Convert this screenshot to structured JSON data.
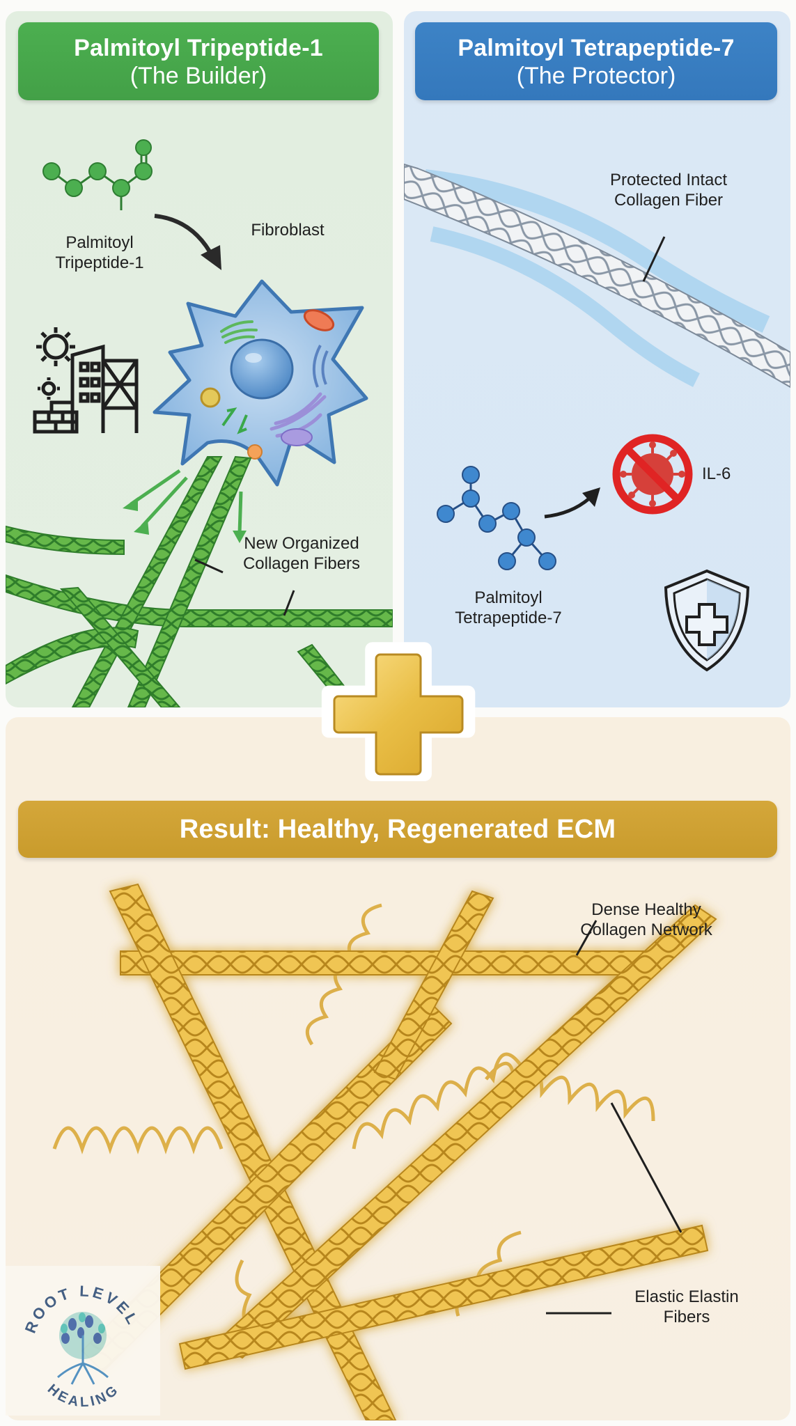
{
  "left_panel": {
    "title": "Palmitoyl Tripeptide-1",
    "subtitle": "(The Builder)",
    "molecule_label_line1": "Palmitoyl",
    "molecule_label_line2": "Tripeptide-1",
    "cell_label": "Fibroblast",
    "fibers_label_line1": "New Organized",
    "fibers_label_line2": "Collagen Fibers",
    "icons": [
      "molecule-chain-icon",
      "arrow-icon",
      "fibroblast-cell-icon",
      "construction-building-gear-icon",
      "collagen-fiber-icon"
    ],
    "colors": {
      "header": "#47a84b",
      "background": "#e3eee1",
      "molecule": "#4caf50",
      "cell": "#7fb0df",
      "fiber": "#5aa844"
    }
  },
  "right_panel": {
    "title": "Palmitoyl Tetrapeptide-7",
    "subtitle": "(The Protector)",
    "fiber_label_line1": "Protected Intact",
    "fiber_label_line2": "Collagen Fiber",
    "target_label": "IL-6",
    "molecule_label_line1": "Palmitoyl",
    "molecule_label_line2": "Tetrapeptide-7",
    "icons": [
      "collagen-fiber-icon",
      "no-virus-icon",
      "molecule-chain-icon",
      "arrow-icon",
      "shield-plus-icon"
    ],
    "colors": {
      "header": "#3a7fc2",
      "background": "#d9e7f5",
      "molecule": "#3f88cf",
      "inhibit": "#e02424",
      "fiber": "#e8ecf0"
    }
  },
  "combine_symbol": "plus-icon",
  "result_panel": {
    "title": "Result: Healthy, Regenerated ECM",
    "collagen_label_line1": "Dense Healthy",
    "collagen_label_line2": "Collagen Network",
    "elastin_label_line1": "Elastic Elastin",
    "elastin_label_line2": "Fibers",
    "colors": {
      "header": "#cea234",
      "background": "#f8efe1",
      "fiber": "#e8b53a"
    }
  },
  "logo": {
    "top_text": "ROOT LEVEL",
    "bottom_text": "HEALING"
  }
}
